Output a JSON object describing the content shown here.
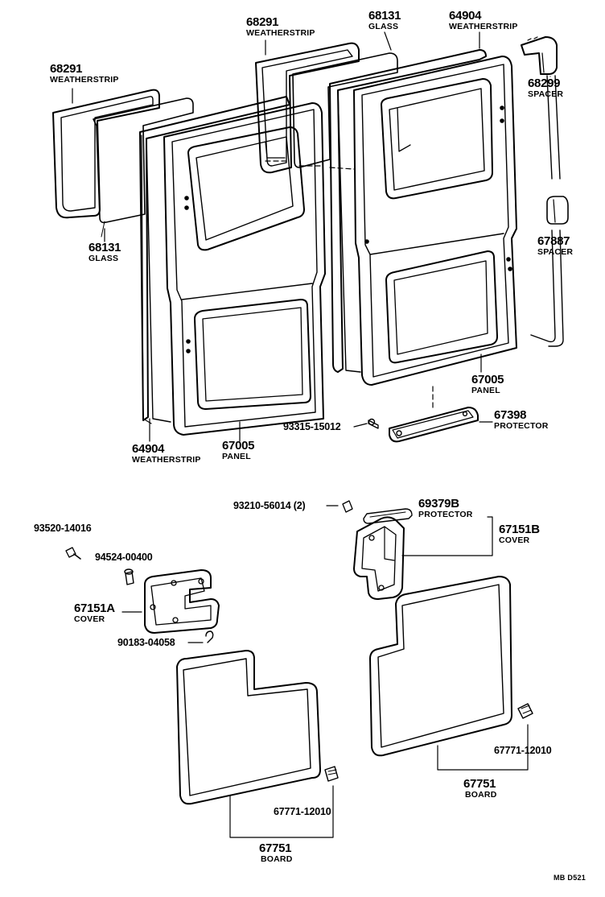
{
  "callouts": {
    "ws_top_left": {
      "number": "68291",
      "name": "WEATHERSTRIP"
    },
    "ws_top_mid": {
      "number": "68291",
      "name": "WEATHERSTRIP"
    },
    "glass_top": {
      "number": "68131",
      "name": "GLASS"
    },
    "ws_top_right": {
      "number": "64904",
      "name": "WEATHERSTRIP"
    },
    "spacer_top": {
      "number": "68299",
      "name": "SPACER"
    },
    "glass_left": {
      "number": "68131",
      "name": "GLASS"
    },
    "spacer_mid": {
      "number": "67887",
      "name": "SPACER"
    },
    "panel_right": {
      "number": "67005",
      "name": "PANEL"
    },
    "protector_low": {
      "number": "67398",
      "name": "PROTECTOR"
    },
    "screw_protector": {
      "number": "93315-15012"
    },
    "ws_bottom_left": {
      "number": "64904",
      "name": "WEATHERSTRIP"
    },
    "panel_left": {
      "number": "67005",
      "name": "PANEL"
    },
    "screw_cover_b": {
      "number": "93210-56014 (2)"
    },
    "protector_b": {
      "number": "69379B",
      "name": "PROTECTOR"
    },
    "cover_b": {
      "number": "67151B",
      "name": "COVER"
    },
    "screw_a": {
      "number": "93520-14016"
    },
    "clip_a": {
      "number": "94524-00400"
    },
    "cover_a": {
      "number": "67151A",
      "name": "COVER"
    },
    "clip_b": {
      "number": "90183-04058"
    },
    "clip_board_right": {
      "number": "67771-12010"
    },
    "board_right": {
      "number": "67751",
      "name": "BOARD"
    },
    "clip_board_left": {
      "number": "67771-12010"
    },
    "board_left": {
      "number": "67751",
      "name": "BOARD"
    }
  },
  "diagram_code": "MB  D521"
}
